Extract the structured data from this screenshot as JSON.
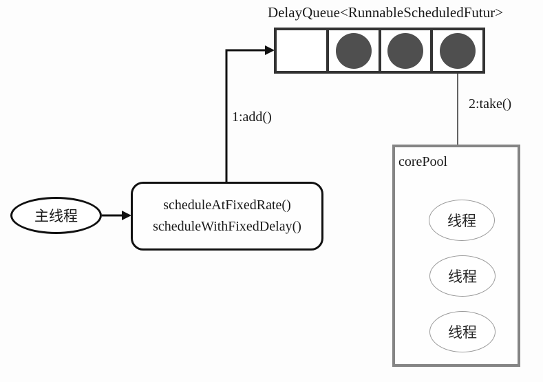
{
  "diagram": {
    "queue": {
      "title": "DelayQueue<RunnableScheduledFutur>",
      "cells": [
        {
          "filled": false
        },
        {
          "filled": true
        },
        {
          "filled": true
        },
        {
          "filled": true
        }
      ]
    },
    "labels": {
      "add": "1:add()",
      "take": "2:take()"
    },
    "main_thread": {
      "label": "主线程"
    },
    "scheduler_box": {
      "line1": "scheduleAtFixedRate()",
      "line2": "scheduleWithFixedDelay()"
    },
    "core_pool": {
      "label": "corePool",
      "threads": [
        "线程",
        "线程",
        "线程"
      ]
    },
    "colors": {
      "task_circle": "#4f4f4f",
      "queue_border": "#333333",
      "pool_border": "#858585",
      "arrow": "#111111"
    }
  }
}
